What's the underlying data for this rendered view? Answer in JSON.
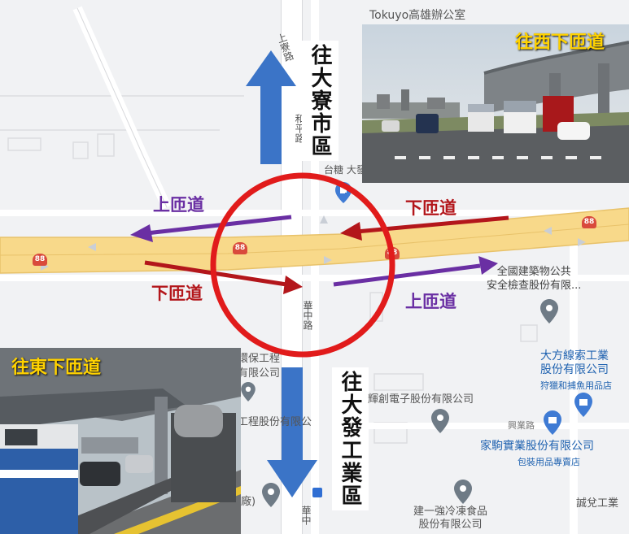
{
  "top_business": "Tokuyo高雄辦公室",
  "road_names": {
    "shanglao": "上寮路",
    "heping": "和平路",
    "taitang": "台糖 大發",
    "huazhong": "華中路",
    "huazhong_bottom": "華中",
    "xingye": "興業路"
  },
  "directions": {
    "north": "往大寮市區",
    "south": "往大發工業區"
  },
  "ramps": {
    "up_left": "上匝道",
    "down_top": "下匝道",
    "down_left": "下匝道",
    "up_right": "上匝道"
  },
  "highway_shield": "88",
  "photos": {
    "west": {
      "title": "往西下匝道"
    },
    "east": {
      "title": "往東下匝道"
    }
  },
  "pois": {
    "inspection": {
      "line1": "全國建築物公共",
      "line2": "安全檢查股份有限..."
    },
    "dafang": {
      "line1": "大方線索工業",
      "line2": "股份有限公司",
      "sub": "狩獵和捕魚用品店"
    },
    "jiaju": {
      "line1": "家駒實業股份有限公司",
      "sub": "包裝用品專賣店"
    },
    "jianyi": {
      "line1": "建一強冷凍食品",
      "line2": "股份有限公司"
    },
    "huichuang": "輝創電子股份有限公司",
    "chengxing": "誠兌工業",
    "baogong_l1": "環保工程",
    "baogong_l2": "有限公司",
    "chenggong": "工程股份有限公",
    "chang": "廠)"
  },
  "colors": {
    "highway": "#f8d98a",
    "ramp_purple": "#6a2fa3",
    "ramp_red": "#b3161b",
    "circle": "#e11b1b",
    "direction_arrow": "#3b74c7",
    "photo_title": "#ffd200",
    "poi_text": "#1f62b0"
  },
  "icons": [
    "gas-station-icon",
    "map-pin-icon",
    "shopping-bag-icon",
    "bus-stop-icon",
    "highway-shield-icon"
  ]
}
